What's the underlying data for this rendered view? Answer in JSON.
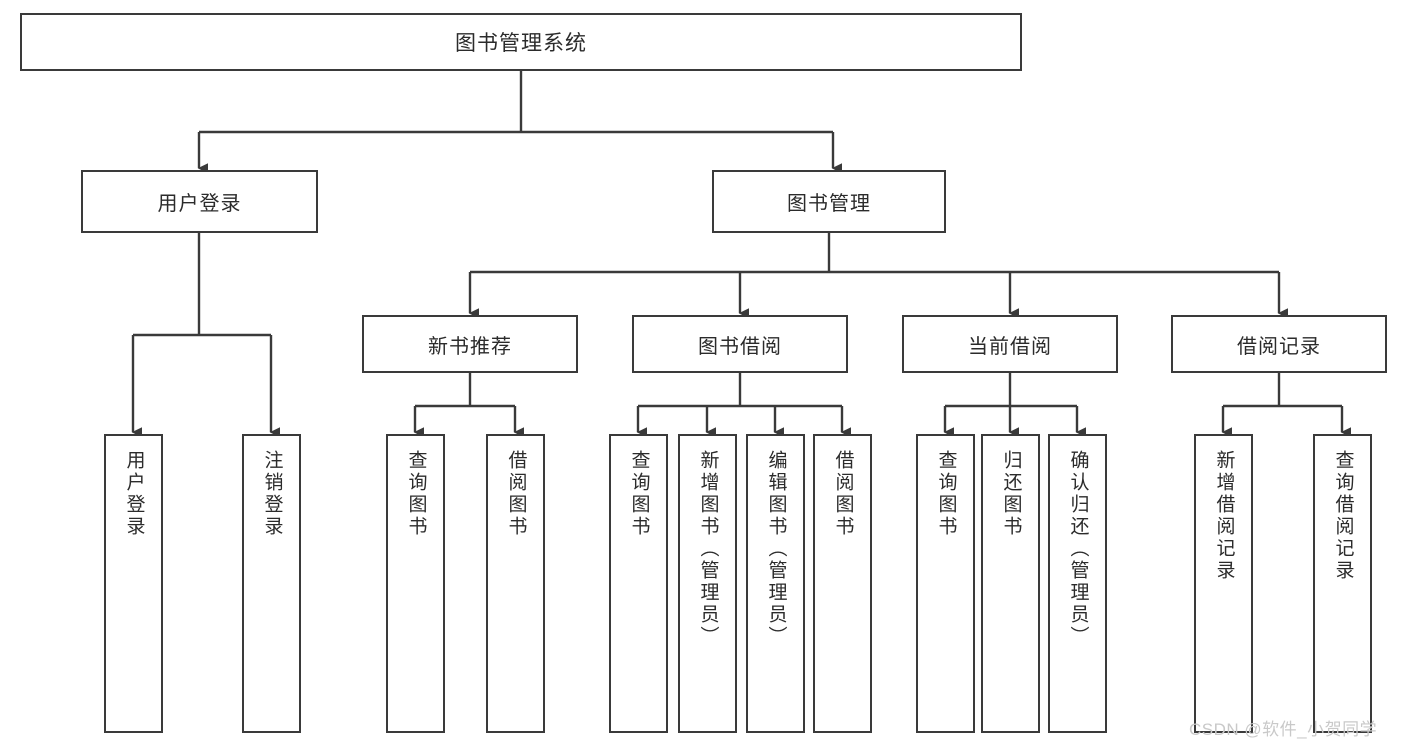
{
  "diagram": {
    "title": "图书管理系统",
    "type": "tree",
    "root": {
      "label": "图书管理系统"
    },
    "level2": [
      {
        "label": "用户登录"
      },
      {
        "label": "图书管理"
      }
    ],
    "level3": [
      {
        "label": "新书推荐"
      },
      {
        "label": "图书借阅"
      },
      {
        "label": "当前借阅"
      },
      {
        "label": "借阅记录"
      }
    ],
    "leaves": {
      "user_login": [
        {
          "label": "用户登录"
        },
        {
          "label": "注销登录"
        }
      ],
      "new_book_recommend": [
        {
          "label": "查询图书"
        },
        {
          "label": "借阅图书"
        }
      ],
      "book_borrow": [
        {
          "label": "查询图书"
        },
        {
          "label": "新增图书（管理员）"
        },
        {
          "label": "编辑图书（管理员）"
        },
        {
          "label": "借阅图书"
        }
      ],
      "current_borrow": [
        {
          "label": "查询图书"
        },
        {
          "label": "归还图书"
        },
        {
          "label": "确认归还（管理员）"
        }
      ],
      "borrow_record": [
        {
          "label": "新增借阅记录"
        },
        {
          "label": "查询借阅记录"
        }
      ]
    }
  },
  "watermark": {
    "text": "CSDN @软件_小贺同学"
  },
  "colors": {
    "background": "#ffffff",
    "box_border": "#3a3a3a",
    "text": "#2b2b2b",
    "connector": "#3a3a3a",
    "watermark": "#c9c9c9"
  }
}
